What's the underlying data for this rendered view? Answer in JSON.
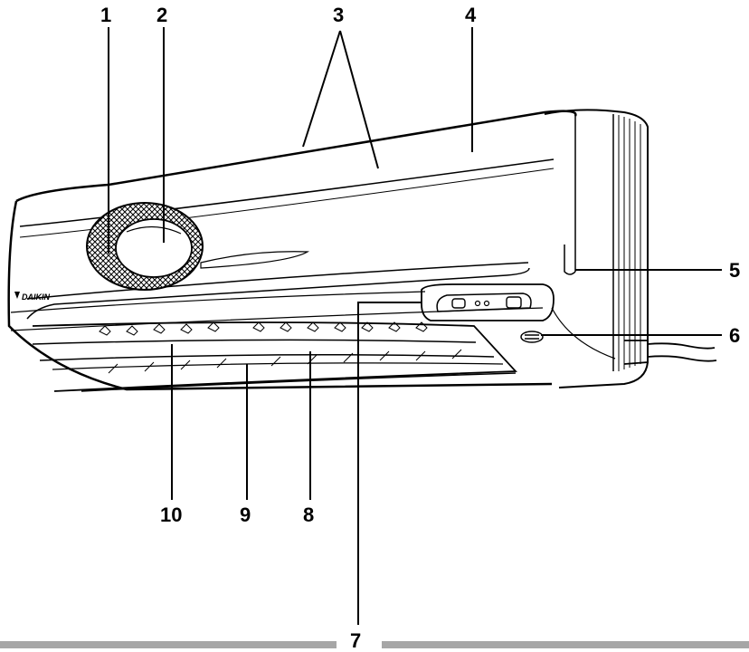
{
  "brand": "DAIKIN",
  "callouts": {
    "c1": "1",
    "c2": "2",
    "c3": "3",
    "c4": "4",
    "c5": "5",
    "c6": "6",
    "c7": "7",
    "c8": "8",
    "c9": "9",
    "c10": "10"
  },
  "colors": {
    "line": "#000000",
    "bar": "#a6a6a6",
    "background": "#ffffff"
  }
}
